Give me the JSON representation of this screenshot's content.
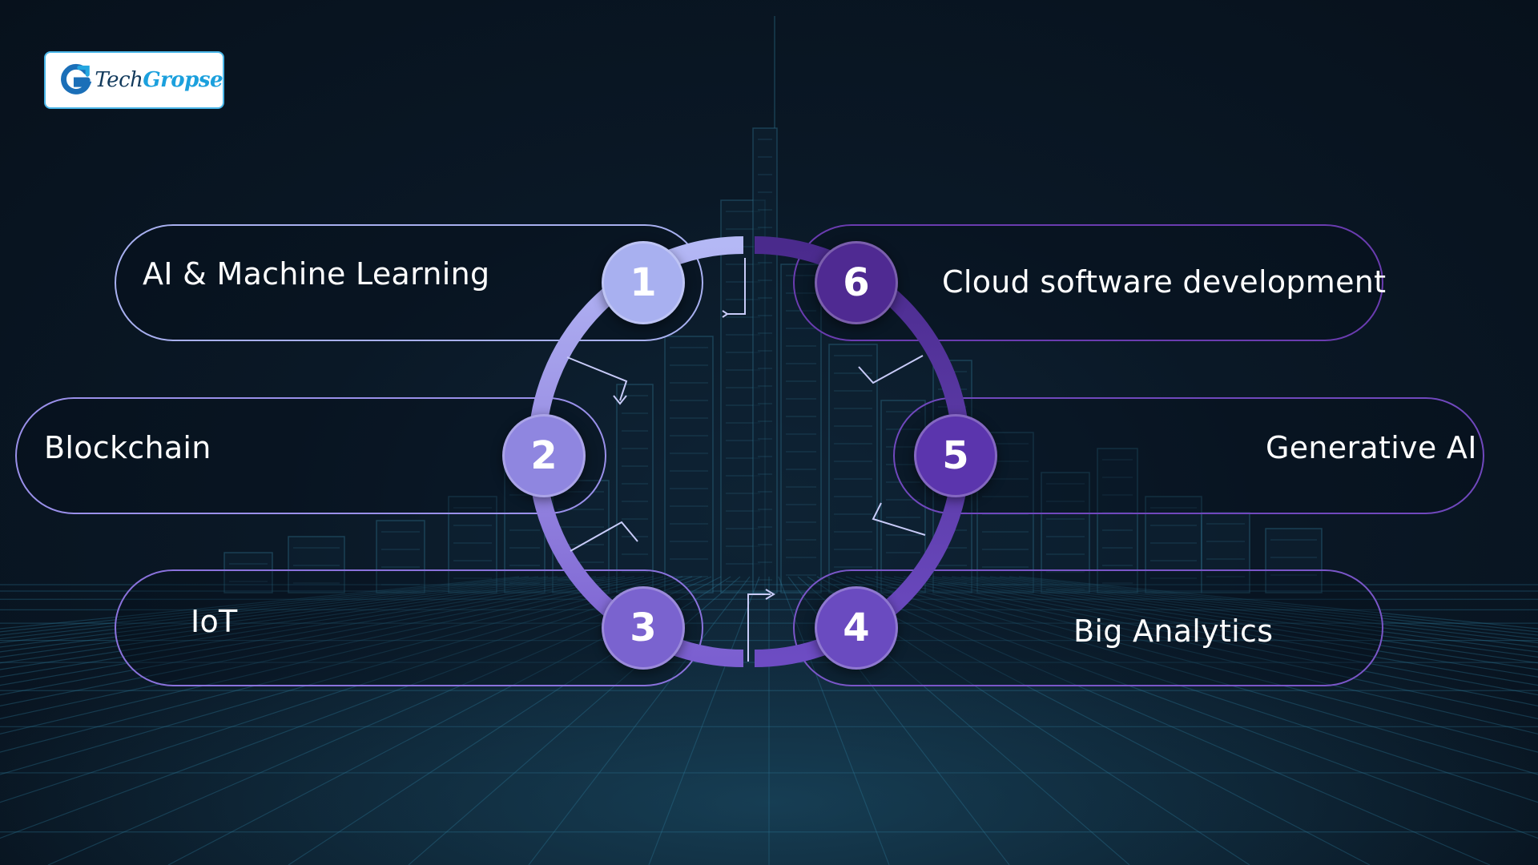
{
  "brand": {
    "name_part1": "Tech",
    "name_part2": "Gropse",
    "icon": "g-logo-icon"
  },
  "steps": [
    {
      "number": "1",
      "label": "AI & Machine Learning",
      "color": "#a8b0f0"
    },
    {
      "number": "2",
      "label": "Blockchain",
      "color": "#8f86e0"
    },
    {
      "number": "3",
      "label": "IoT",
      "color": "#7a63cf"
    },
    {
      "number": "4",
      "label": "Big Analytics",
      "color": "#6a4bc0"
    },
    {
      "number": "5",
      "label": "Generative AI",
      "color": "#5b35ad"
    },
    {
      "number": "6",
      "label": "Cloud software development",
      "color": "#4f2a92"
    }
  ],
  "colors": {
    "background": "#0a1826",
    "grid": "#1f5a78",
    "ring_light": "#b4b8f5",
    "ring_dark": "#4a2a8c"
  }
}
